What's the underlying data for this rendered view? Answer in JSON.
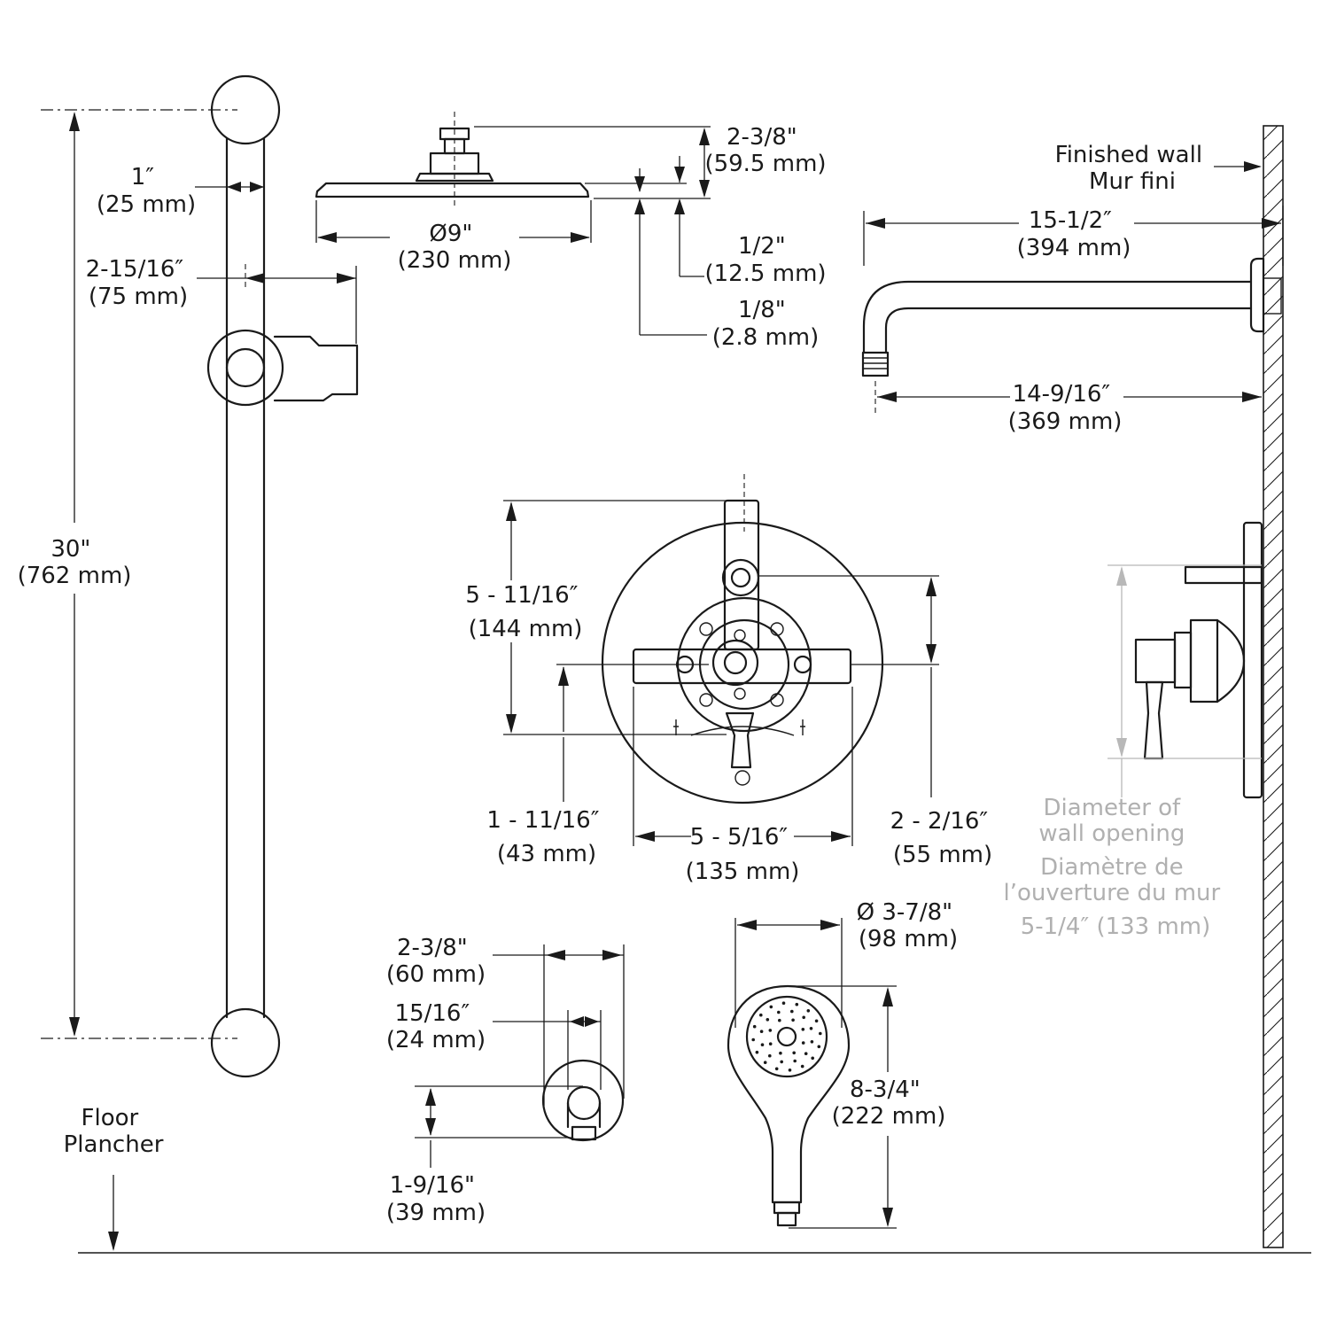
{
  "labels": {
    "bar_height": [
      "30\"",
      "(762 mm)"
    ],
    "bar_diameter": [
      "1″",
      "(25 mm)"
    ],
    "holder_offset": [
      "2-15/16″",
      "(75 mm)"
    ],
    "floor": [
      "Floor",
      "Plancher"
    ],
    "head_height": [
      "2-3/8\"",
      "(59.5 mm)"
    ],
    "head_diameter": [
      "Ø9\"",
      "(230 mm)"
    ],
    "head_rim": [
      "1/2\"",
      "(12.5 mm)"
    ],
    "head_edge": [
      "1/8\"",
      "(2.8 mm)"
    ],
    "finished_wall": [
      "Finished wall",
      "Mur fini"
    ],
    "arm_length": [
      "15-1/2″",
      "(394 mm)"
    ],
    "arm_projection": [
      "14-9/16″",
      "(369 mm)"
    ],
    "valve_height": [
      "5 - 11/16″",
      "(144 mm)"
    ],
    "valve_lower": [
      "1 - 11/16″",
      "(43 mm)"
    ],
    "valve_width": [
      "5 - 5/16″",
      "(135 mm)"
    ],
    "valve_upper": [
      "2 - 2/16″",
      "(55 mm)"
    ],
    "wall_opening": [
      "Diameter of",
      "wall opening",
      "Diamètre de",
      "l’ouverture du mur",
      "5-1/4″ (133 mm)"
    ],
    "elbow_depth": [
      "2-3/8\"",
      "(60 mm)"
    ],
    "elbow_outlet": [
      "15/16″",
      "(24 mm)"
    ],
    "elbow_height": [
      "1-9/16\"",
      "(39 mm)"
    ],
    "hand_diameter": [
      "Ø 3-7/8\"",
      "(98 mm)"
    ],
    "hand_length": [
      "8-3/4\"",
      "(222 mm)"
    ]
  },
  "colors": {
    "line": "#1a1a1a",
    "muted": "#b0b0b0",
    "background": "#ffffff"
  }
}
